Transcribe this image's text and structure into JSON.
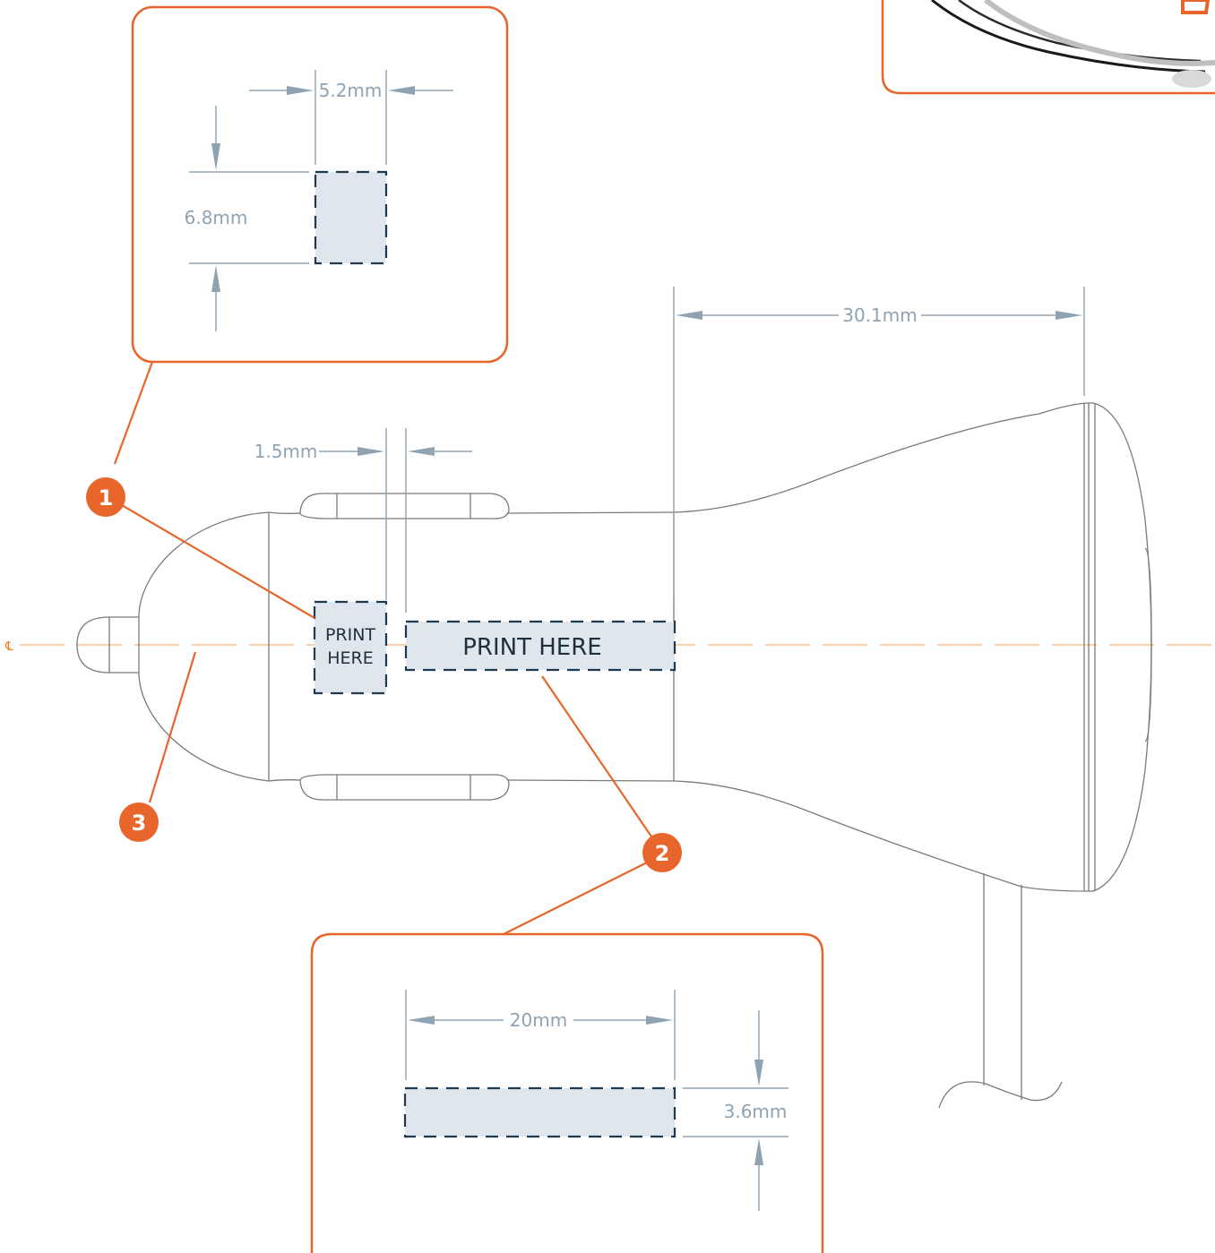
{
  "colors": {
    "accent": "#e8652b",
    "dimension": "#8fa3b3",
    "print_area_fill": "#dfe6ed",
    "print_area_stroke": "#1f3a4f",
    "centerline": "#f2b77a",
    "outline": "#7a7a7a"
  },
  "dimensions": {
    "side_width": "5.2mm",
    "side_height": "6.8mm",
    "gap": "1.5mm",
    "body_length": "30.1mm",
    "front_width": "20mm",
    "front_height": "3.6mm"
  },
  "print_areas": {
    "small_line1": "PRINT",
    "small_line2": "HERE",
    "large": "PRINT HERE"
  },
  "callouts": [
    "1",
    "2",
    "3"
  ],
  "centerline_symbol": "℄"
}
